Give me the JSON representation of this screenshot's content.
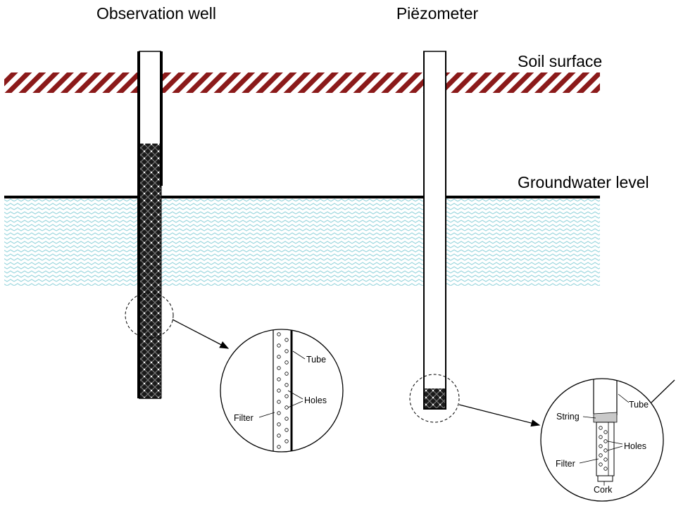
{
  "titles": {
    "observation_well": "Observation well",
    "piezometer": "Piëzometer"
  },
  "levels": {
    "soil_surface": "Soil surface",
    "groundwater_level": "Groundwater level"
  },
  "observation_detail": {
    "tube": "Tube",
    "holes": "Holes",
    "filter": "Filter"
  },
  "piezometer_detail": {
    "tube": "Tube",
    "string": "String",
    "holes": "Holes",
    "filter": "Filter",
    "cork": "Cork"
  },
  "colors": {
    "soil_hatch": "#8b1a1a",
    "water_waves": "#9fd8df",
    "lines": "#000000"
  }
}
